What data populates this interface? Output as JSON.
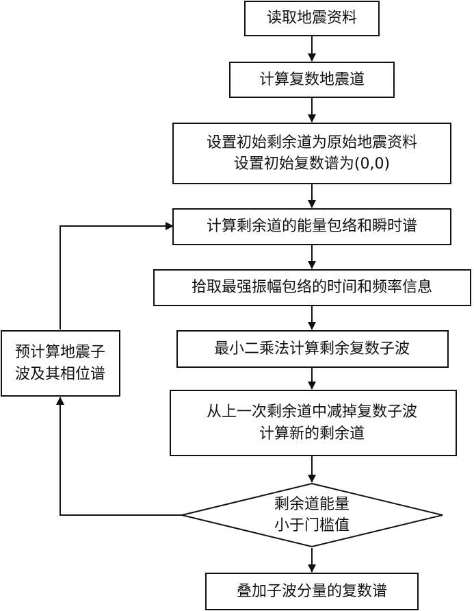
{
  "flowchart": {
    "read_data": "读取地震资料",
    "complex_trace": "计算复数地震道",
    "init_line1": "设置初始剩余道为原始地震资料",
    "init_line2": "设置初始复数谱为(0,0)",
    "envelope": "计算剩余道的能量包络和瞬时谱",
    "pick_peak": "拾取最强振幅包络的时间和频率信息",
    "least_squares": "最小二乘法计算剩余复数子波",
    "subtract_line1": "从上一次剩余道中减掉复数子波",
    "subtract_line2": "计算新的剩余道",
    "decision_line1": "剩余道能量",
    "decision_line2": "小于门槛值",
    "precompute_line1": "预计算地震子",
    "precompute_line2": "波及其相位谱",
    "stack": "叠加子波分量的复数谱"
  }
}
